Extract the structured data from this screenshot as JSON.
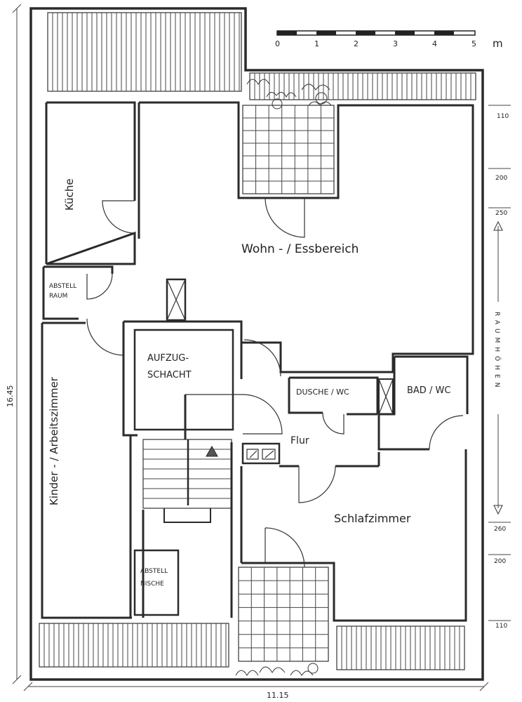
{
  "scale_bar": {
    "ticks": [
      "0",
      "1",
      "2",
      "3",
      "4",
      "5"
    ],
    "unit": "m"
  },
  "rooms": {
    "kitchen": "Küche",
    "living": "Wohn - / Essbereich",
    "storage_upper_line1": "ABSTELL",
    "storage_upper_line2": "RAUM",
    "elevator_line1": "AUFZUG-",
    "elevator_line2": "SCHACHT",
    "shower": "DUSCHE / WC",
    "bath": "BAD / WC",
    "children": "Kinder - / Arbeitszimmer",
    "hall": "Flur",
    "bedroom": "Schlafzimmer",
    "niche_line1": "ABSTELL",
    "niche_line2": "NISCHE"
  },
  "dimensions": {
    "total_height": "16.45",
    "total_width": "11.15",
    "right": [
      "110",
      "200",
      "250",
      "260",
      "200",
      "110"
    ],
    "room_heights_label": "RAUMHÖHEN"
  }
}
